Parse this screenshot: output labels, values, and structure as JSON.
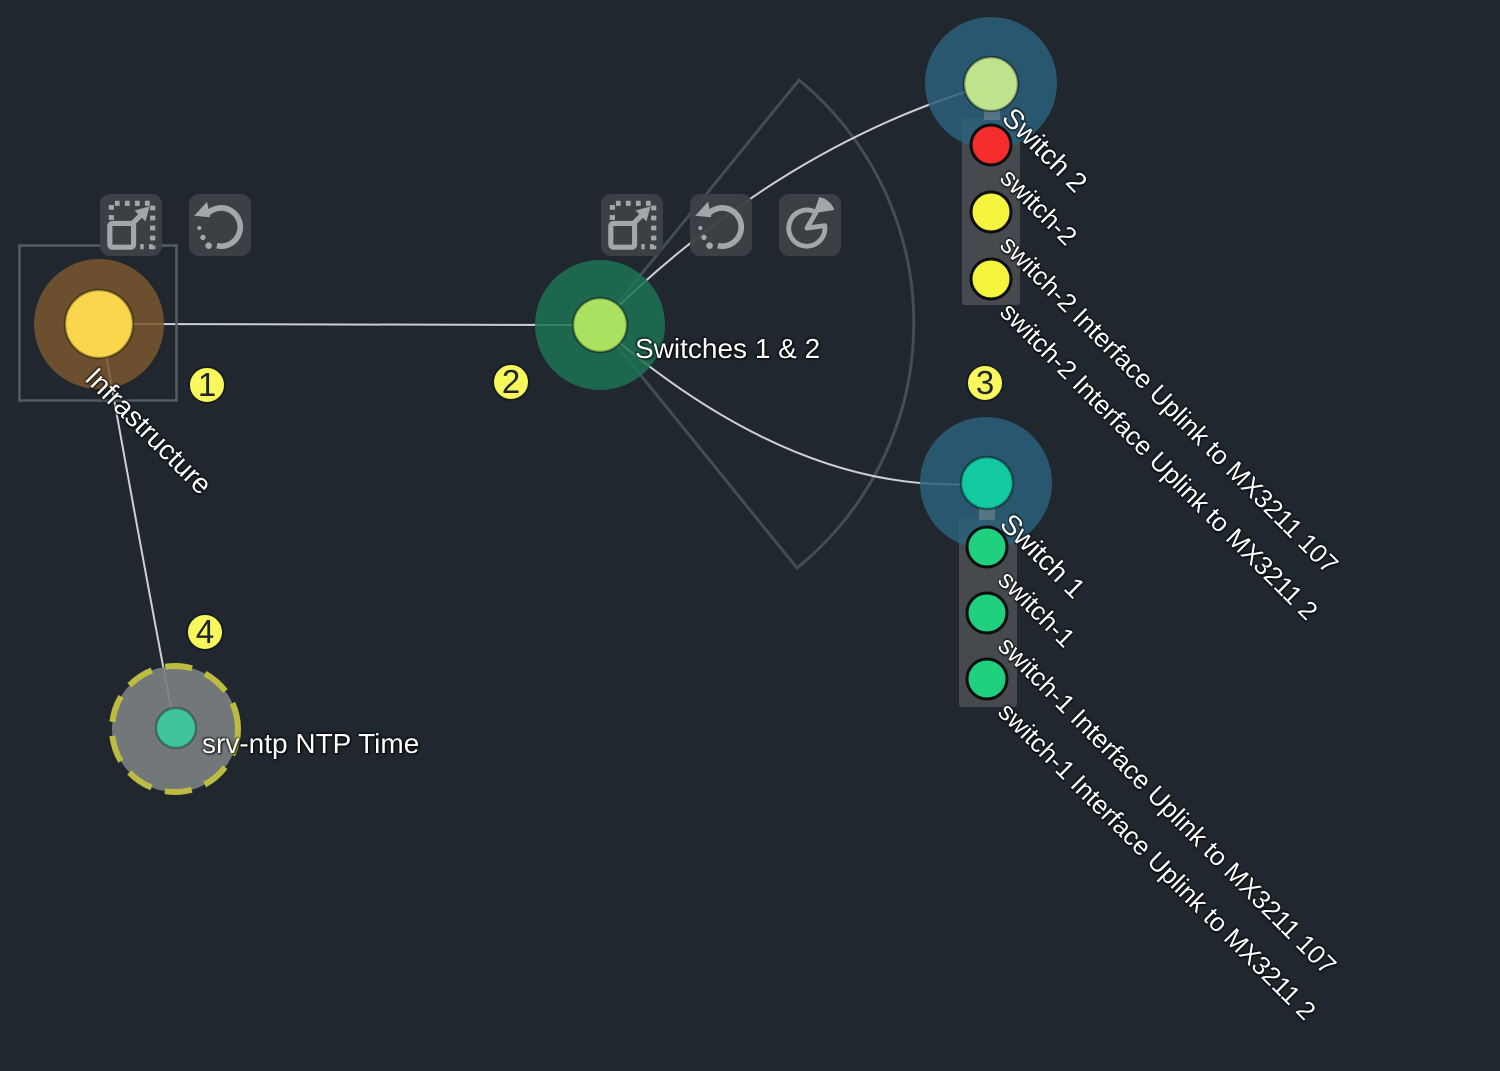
{
  "canvas": {
    "background": "#20272f"
  },
  "colors": {
    "edge": "#d6d9da",
    "sector_outline": "#444c55",
    "selection_box": "#545c64",
    "service_box": "#474b4f",
    "button_bg": "#3c4145",
    "icon": "#a2a7ab",
    "marker_bg": "#f8f85c",
    "marker_text": "#1d242b",
    "state_ok": "#1fd07e",
    "state_warn": "#f4f43c",
    "state_crit": "#f52c2c"
  },
  "nodes": {
    "infrastructure": {
      "title": "Infrastructure",
      "core": "#f9d64b",
      "ring": "#7a572e"
    },
    "switches": {
      "title": "Switches 1 & 2",
      "core": "#abe161",
      "ring": "#1d7355"
    },
    "switch2": {
      "title": "Switch 2",
      "core": "#bfe38c",
      "ring": "#2c607b",
      "services": [
        {
          "name": "switch-2",
          "state": "crit"
        },
        {
          "name": "switch-2 Interface Uplink to MX3211 107",
          "state": "warn"
        },
        {
          "name": "switch-2 Interface Uplink to MX3211 2",
          "state": "warn"
        }
      ]
    },
    "switch1": {
      "title": "Switch 1",
      "core": "#12c9a1",
      "ring": "#2c607b",
      "services": [
        {
          "name": "switch-1",
          "state": "ok"
        },
        {
          "name": "switch-1 Interface Uplink to MX3211 107",
          "state": "ok"
        },
        {
          "name": "switch-1 Interface Uplink to MX3211 2",
          "state": "ok"
        }
      ]
    },
    "srv_ntp": {
      "title": "srv-ntp NTP Time",
      "core": "#41c49b",
      "ring": "#7a7e81",
      "dash": "#bcbc40"
    }
  },
  "markers": [
    {
      "label": "1"
    },
    {
      "label": "2"
    },
    {
      "label": "3"
    },
    {
      "label": "4"
    }
  ],
  "toolbars": {
    "infrastructure": [
      {
        "icon": "grow-icon"
      },
      {
        "icon": "reset-rotation-icon"
      }
    ],
    "switches": [
      {
        "icon": "grow-icon"
      },
      {
        "icon": "reset-rotation-icon"
      },
      {
        "icon": "pie-slice-icon"
      }
    ]
  }
}
